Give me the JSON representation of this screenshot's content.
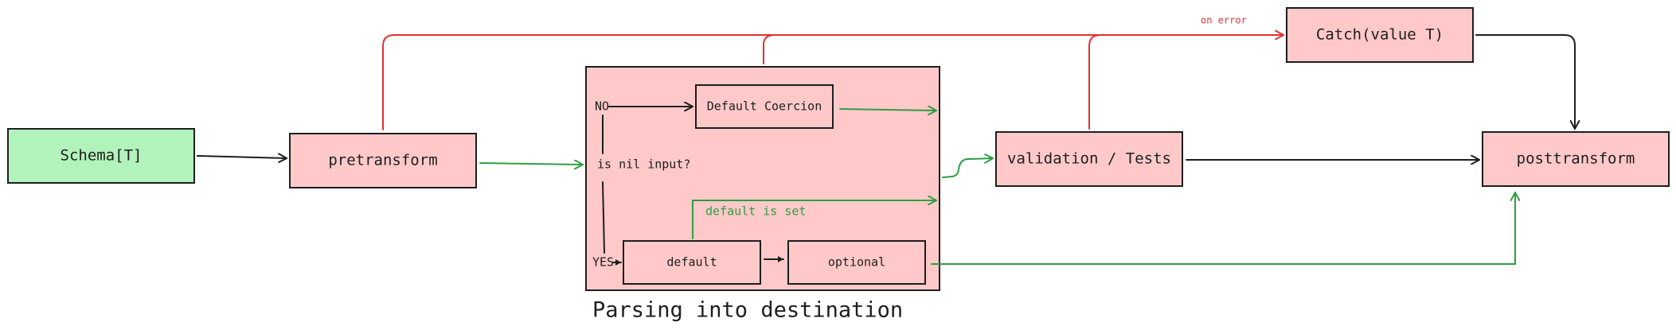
{
  "nodes": {
    "schema": "Schema[T]",
    "pretransform": "pretransform",
    "default_coercion": "Default Coercion",
    "default": "default",
    "optional": "optional",
    "validation": "validation / Tests",
    "catch": "Catch(value T)",
    "posttransform": "posttransform"
  },
  "labels": {
    "no": "NO",
    "yes": "YES",
    "is_nil_input": "is nil input?",
    "default_is_set": "default is set",
    "on_error": "on error",
    "group_caption": "Parsing into destination"
  },
  "colors": {
    "green_fill": "#b2f2bb",
    "pink_fill": "#ffc9c9",
    "stroke": "#1e1e1e",
    "success_arrow": "#2f9e44",
    "error_arrow": "#e03131"
  }
}
